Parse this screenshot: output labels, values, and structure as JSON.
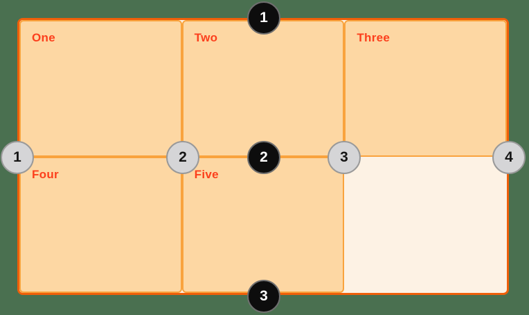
{
  "diagram": {
    "title": "css-grid-lines-diagram",
    "background_color": "#4a7050",
    "container": {
      "background_color": "#fdf2e4",
      "border_color": "#ee5f0a"
    },
    "cells": [
      {
        "label": "One"
      },
      {
        "label": "Two"
      },
      {
        "label": "Three"
      },
      {
        "label": "Four"
      },
      {
        "label": "Five"
      },
      {
        "label": ""
      }
    ],
    "cell_style": {
      "background_color": "#fdd7a3",
      "border_color": "#f9a33d",
      "label_color": "#fc3f1c"
    },
    "row_lines": [
      {
        "number": "1"
      },
      {
        "number": "2"
      },
      {
        "number": "3"
      }
    ],
    "column_lines": [
      {
        "number": "1"
      },
      {
        "number": "2"
      },
      {
        "number": "3"
      },
      {
        "number": "4"
      }
    ],
    "badge_colors": {
      "row_badge_bg": "#0d0d0d",
      "row_badge_text": "#ffffff",
      "row_badge_ring": "#6f6f6f",
      "column_badge_bg": "#d5d5d7",
      "column_badge_text": "#151515",
      "column_badge_ring": "#999999"
    }
  }
}
